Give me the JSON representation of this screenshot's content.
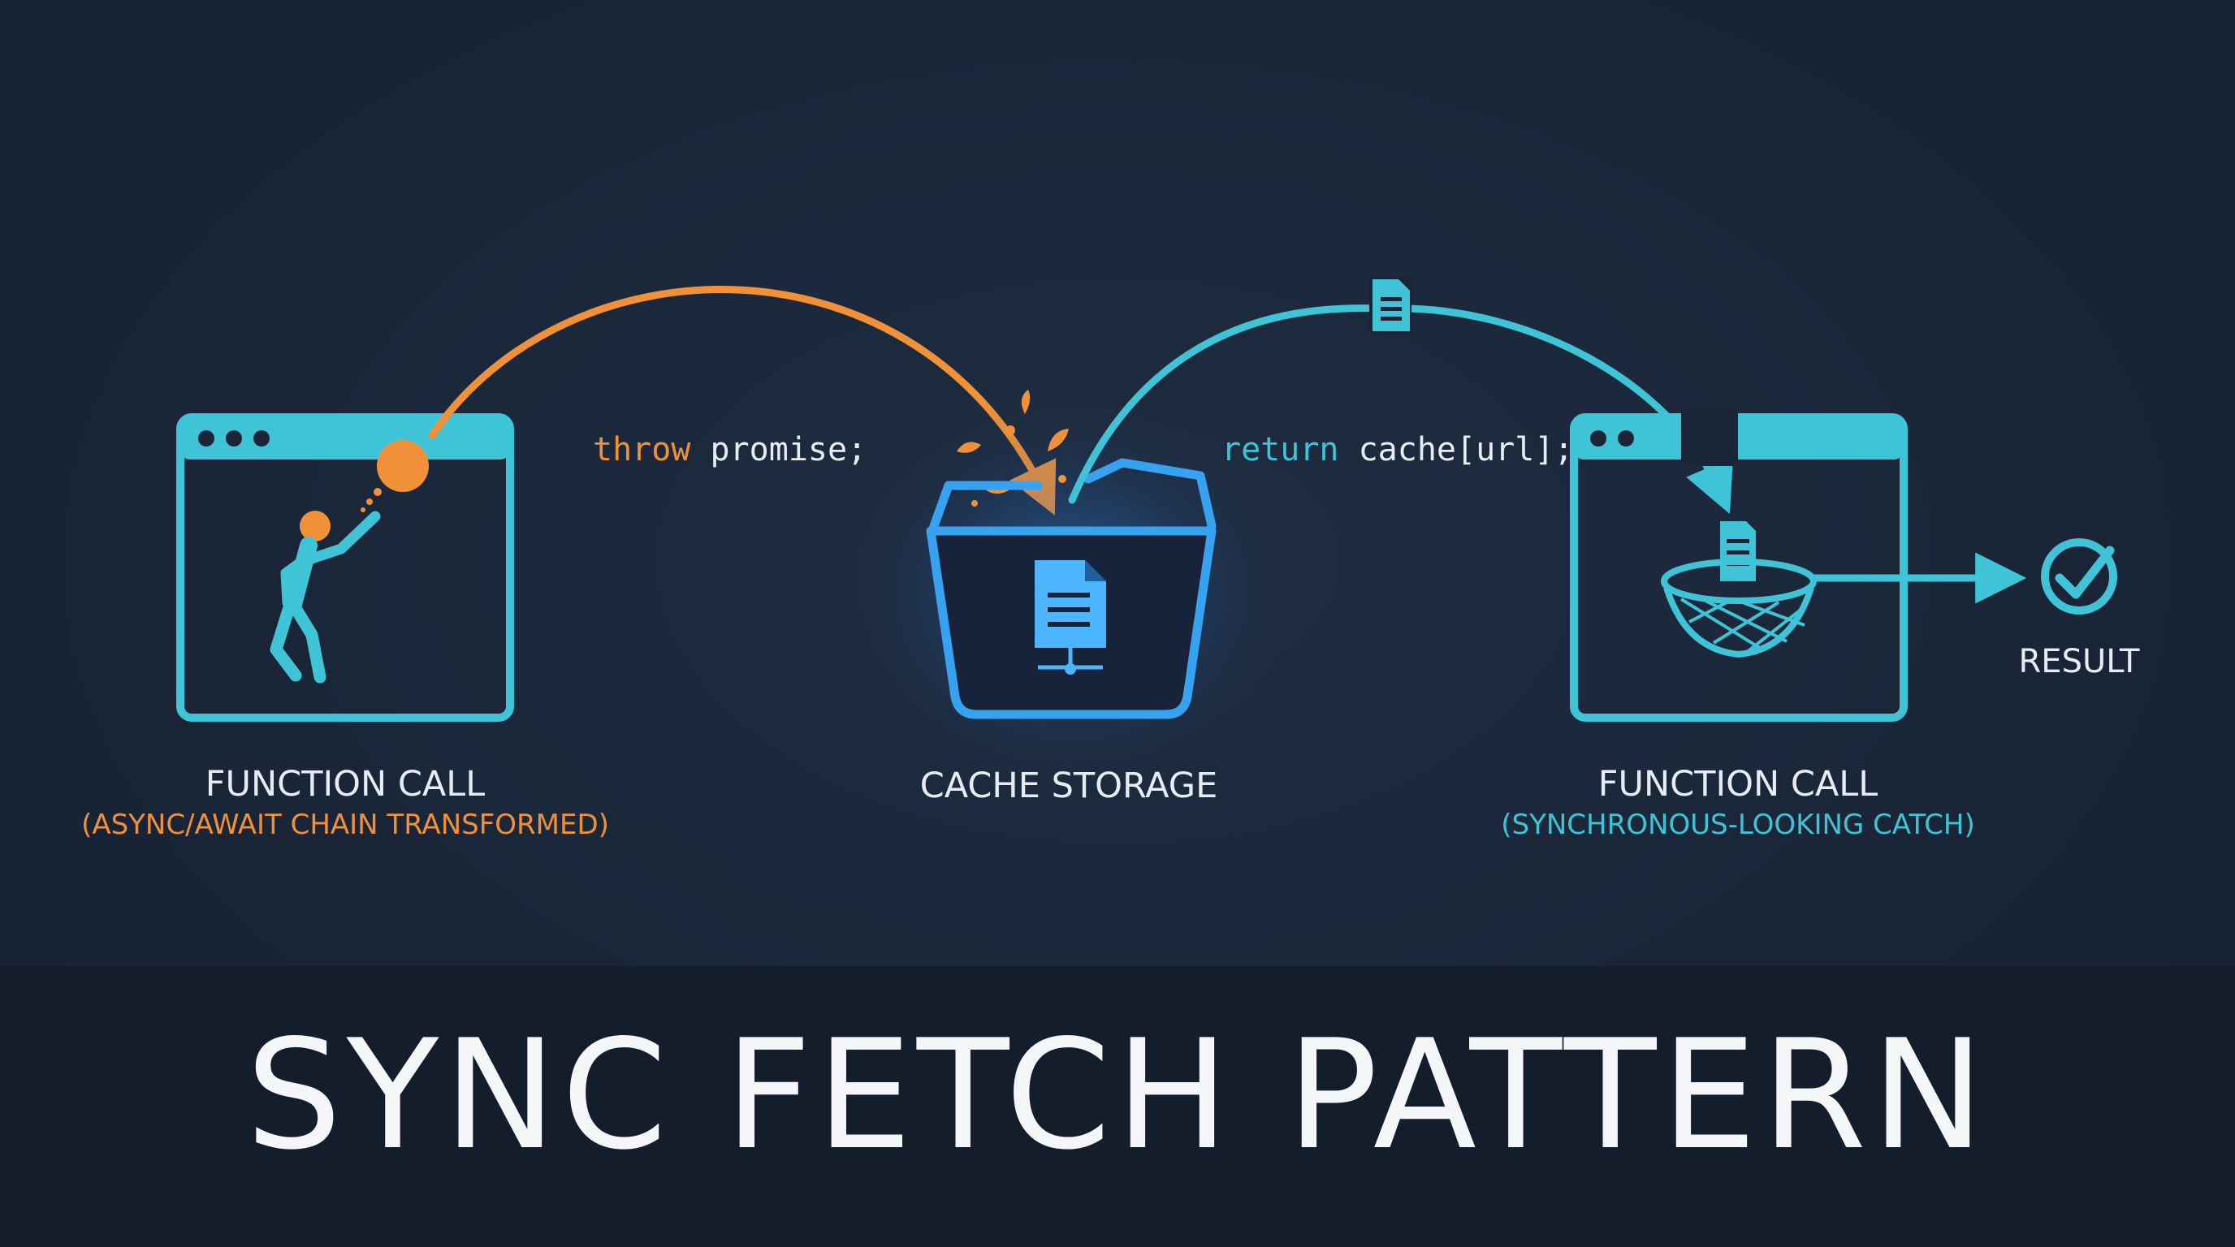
{
  "colors": {
    "background": "#1a2638",
    "orange": "#f0913a",
    "cyan": "#3fc3d6",
    "blue": "#37a3f0",
    "text": "#e7ecf2"
  },
  "left_node": {
    "title": "FUNCTION CALL",
    "subtitle": "(ASYNC/AWAIT CHAIN TRANSFORMED)",
    "icon": "person-throwing-ball-icon"
  },
  "middle_node": {
    "title": "CACHE STORAGE",
    "icon": "cache-box-document-icon"
  },
  "right_node": {
    "title": "FUNCTION CALL",
    "subtitle": "(SYNCHRONOUS-LOOKING CATCH)",
    "icon": "basket-catch-document-icon"
  },
  "result": {
    "label": "RESULT",
    "icon": "check-circle-icon"
  },
  "edges": {
    "throw": {
      "keyword": "throw",
      "rest": " promise;"
    },
    "return": {
      "keyword": "return",
      "rest": " cache[url];"
    }
  },
  "footer": {
    "title": "SYNC FETCH PATTERN"
  }
}
